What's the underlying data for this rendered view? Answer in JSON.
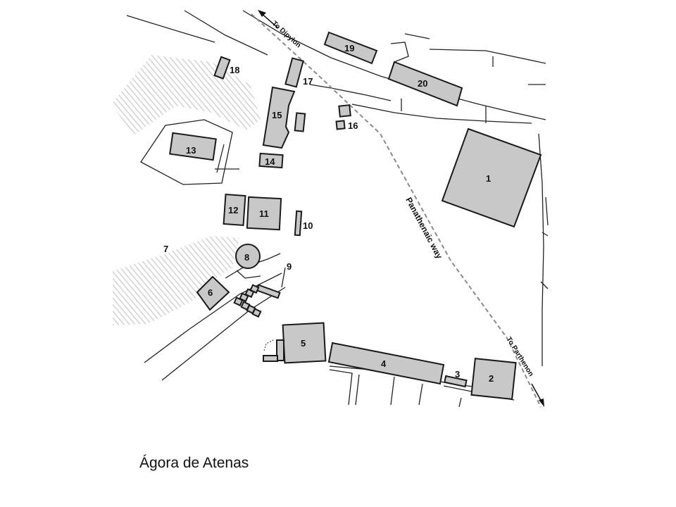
{
  "caption": "Ágora de Atenas",
  "map": {
    "route_labels": {
      "dipylon": "To Dipylon",
      "parthenon": "To Parthenon",
      "panathenaic": "Panathenaic way"
    },
    "numbers": [
      "1",
      "2",
      "3",
      "4",
      "5",
      "6",
      "7",
      "8",
      "9",
      "10",
      "11",
      "12",
      "13",
      "14",
      "15",
      "16",
      "17",
      "18",
      "19",
      "20"
    ]
  },
  "colors": {
    "building_fill": "#c8c8c8",
    "outline": "#1a1a1a",
    "hatch": "#c9c9c9",
    "dashed_way": "#8a8a8a"
  }
}
